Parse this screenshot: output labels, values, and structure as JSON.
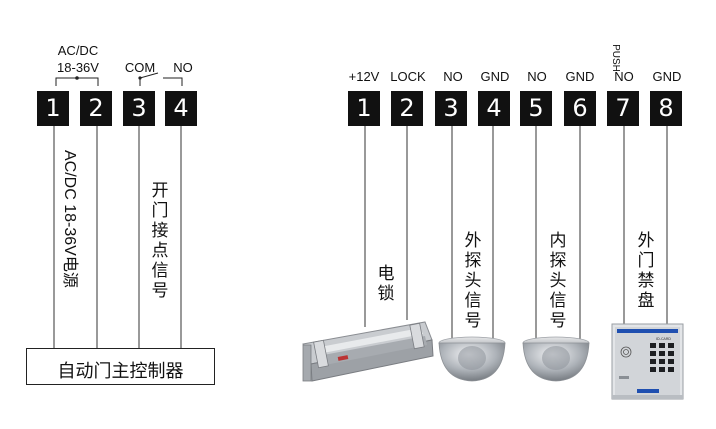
{
  "left_panel": {
    "power_label_line1": "AC/DC",
    "power_label_line2": "18-36V",
    "com_label": "COM",
    "no_label": "NO",
    "terminals": [
      "1",
      "2",
      "3",
      "4"
    ],
    "power_vertical_text": "AC/DC 18-36V电源",
    "signal_vertical_chars": [
      "开",
      "门",
      "接",
      "点",
      "信",
      "号"
    ],
    "controller_label": "自动门主控制器"
  },
  "right_panel": {
    "top_labels": [
      "+12V",
      "LOCK",
      "NO",
      "GND",
      "NO",
      "GND",
      "NO",
      "GND"
    ],
    "push_label": "PUSH",
    "terminals": [
      "1",
      "2",
      "3",
      "4",
      "5",
      "6",
      "7",
      "8"
    ],
    "lock_chars": [
      "电",
      "锁"
    ],
    "sensor1_chars": [
      "外",
      "探",
      "头",
      "信",
      "号"
    ],
    "sensor2_chars": [
      "内",
      "探",
      "头",
      "信",
      "号"
    ],
    "access_chars": [
      "外",
      "门",
      "禁",
      "盘"
    ]
  },
  "colors": {
    "terminal_bg": "#111111",
    "terminal_text": "#ffffff",
    "keypad_blue": "#1f4fb0"
  }
}
